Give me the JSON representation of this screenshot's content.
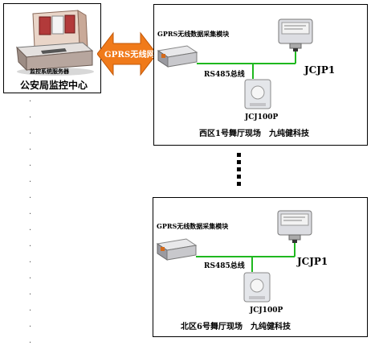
{
  "center": {
    "server_label": "监控系统服务器",
    "title": "公安局监控中心"
  },
  "link": {
    "label": "GPRS无线网络"
  },
  "sites": [
    {
      "module_label": "GPRS无线数据采集模块",
      "bus_label": "RS485总线",
      "sensor_label": "JCJP1",
      "node_label": "JCJ100P",
      "footer": "西区1号舞厅现场　九纯健科技"
    },
    {
      "module_label": "GPRS无线数据采集模块",
      "bus_label": "RS485总线",
      "sensor_label": "JCJP1",
      "node_label": "JCJ100P",
      "footer": "北区6号舞厅现场　九纯健科技"
    }
  ],
  "colors": {
    "bus_line": "#1fb81f",
    "arrow_fill": "#f07a1a",
    "arrow_text": "#ffffff"
  }
}
